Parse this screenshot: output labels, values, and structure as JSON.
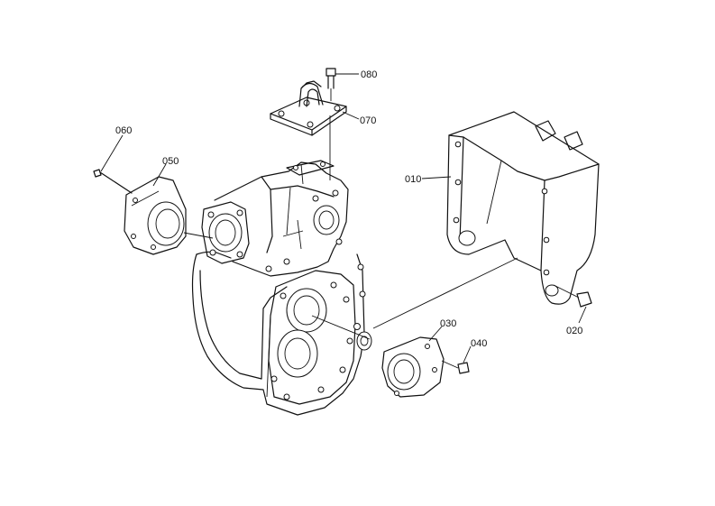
{
  "parts": [
    {
      "id": "p010",
      "label": "010"
    },
    {
      "id": "p020",
      "label": "020"
    },
    {
      "id": "p030",
      "label": "030"
    },
    {
      "id": "p040",
      "label": "040"
    },
    {
      "id": "p050",
      "label": "050"
    },
    {
      "id": "p060",
      "label": "060"
    },
    {
      "id": "p070",
      "label": "070"
    },
    {
      "id": "p080",
      "label": "080"
    }
  ]
}
